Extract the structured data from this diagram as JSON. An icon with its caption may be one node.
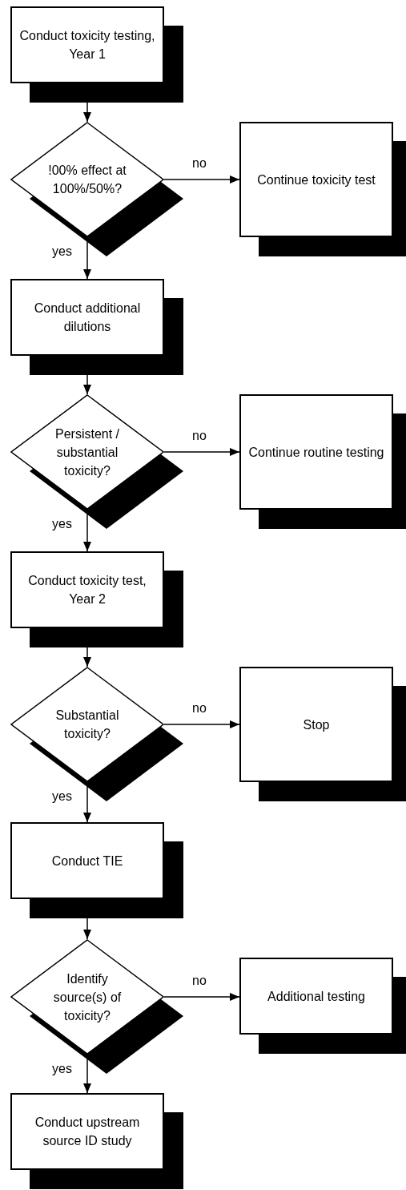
{
  "diagram": {
    "nodes": [
      {
        "text": [
          "Conduct toxicity testing, Year 1"
        ]
      },
      {
        "text": [
          "!00% effect at 100%/50%?"
        ]
      },
      {
        "text": [
          "Continue toxicity test"
        ]
      },
      {
        "text": [
          "Conduct additional dilutions"
        ]
      },
      {
        "text": [
          "Persistent / substantial toxicity?"
        ]
      },
      {
        "text": [
          "Continue routine testing"
        ]
      },
      {
        "text": [
          "Conduct toxicity test, Year 2"
        ]
      },
      {
        "text": [
          "Substantial toxicity?"
        ]
      },
      {
        "text": [
          "Stop"
        ]
      },
      {
        "text": [
          "Conduct TIE"
        ]
      },
      {
        "text": [
          "Identify source(s) of toxicity?"
        ]
      },
      {
        "text": [
          "Additional testing"
        ]
      },
      {
        "text": [
          "Conduct upstream source ID study"
        ]
      }
    ],
    "edges": [
      {
        "from": 0,
        "to": 1,
        "arrow": "to"
      },
      {
        "from": 1,
        "to": 2,
        "arrow": "to",
        "label": "no"
      },
      {
        "from": 1,
        "to": 3,
        "arrow": "to",
        "label": "yes"
      },
      {
        "from": 3,
        "to": 4,
        "arrow": "to"
      },
      {
        "from": 4,
        "to": 5,
        "arrow": "to",
        "label": "no"
      },
      {
        "from": 4,
        "to": 6,
        "arrow": "to",
        "label": "yes"
      },
      {
        "from": 6,
        "to": 7,
        "arrow": "to"
      },
      {
        "from": 7,
        "to": 8,
        "arrow": "to",
        "label": "no"
      },
      {
        "from": 7,
        "to": 9,
        "arrow": "to",
        "label": "yes"
      },
      {
        "from": 9,
        "to": 10,
        "arrow": "to"
      },
      {
        "from": 10,
        "to": 11,
        "arrow": "to",
        "label": "no"
      },
      {
        "from": 10,
        "to": 12,
        "arrow": "to",
        "label": "yes"
      }
    ]
  }
}
